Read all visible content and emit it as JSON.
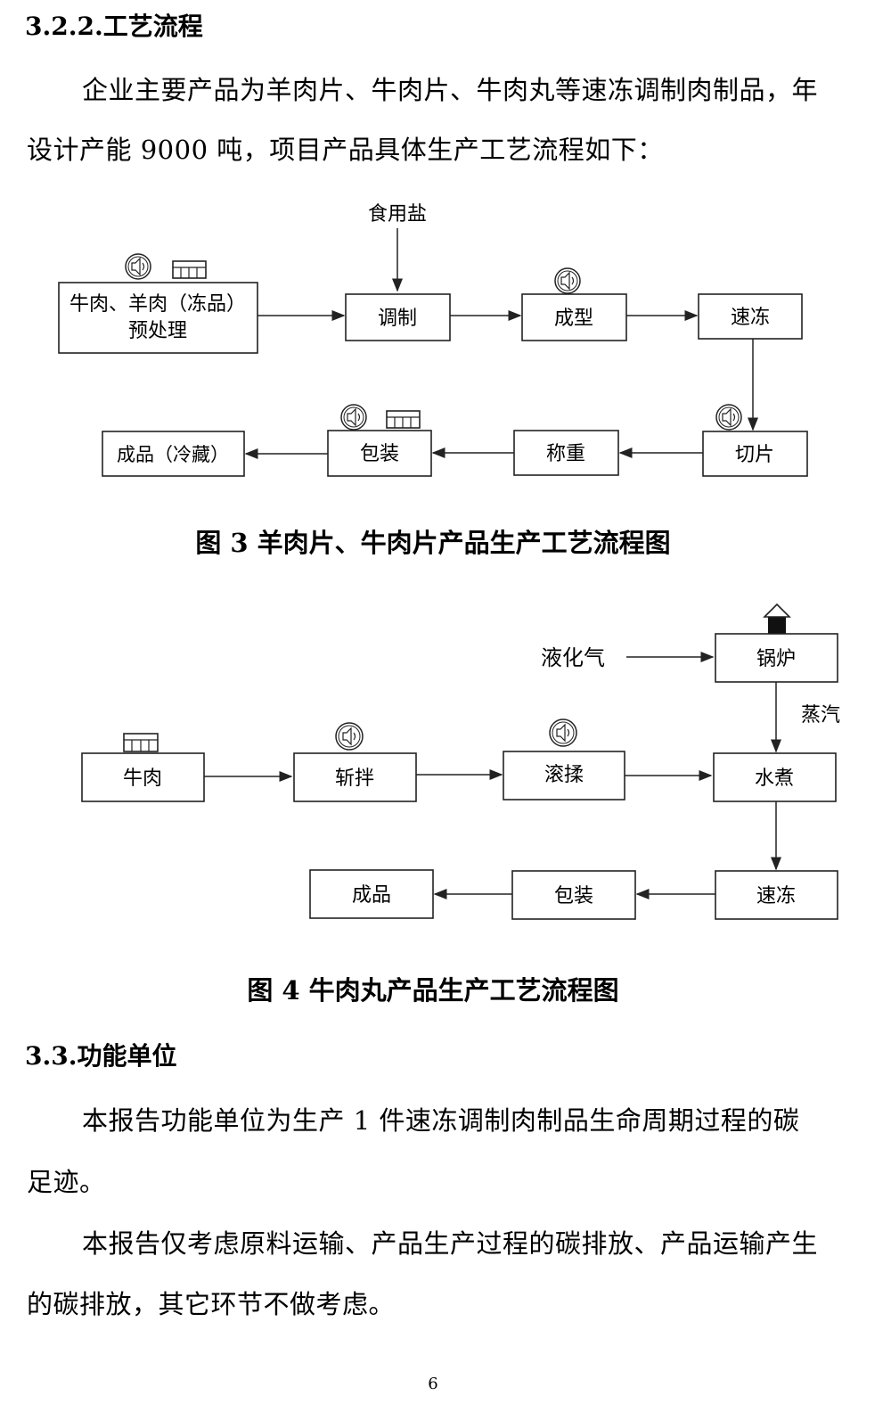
{
  "section_322": {
    "title": "3.2.2.工艺流程"
  },
  "intro": {
    "line1": "企业主要产品为羊肉片、牛肉片、牛肉丸等速冻调制肉制品，年",
    "line2": "设计产能 9000 吨，项目产品具体生产工艺流程如下："
  },
  "figure3": {
    "caption": "图 3  羊肉片、牛肉片产品生产工艺流程图",
    "input_salt": "食用盐",
    "step_pretreat_line1": "牛肉、羊肉（冻品）",
    "step_pretreat_line2": "预处理",
    "step_season": "调制",
    "step_shape": "成型",
    "step_freeze": "速冻",
    "step_slice": "切片",
    "step_weigh": "称重",
    "step_pack": "包装",
    "step_product": "成品（冷藏）",
    "icons": [
      "speaker-icon",
      "grid-icon"
    ]
  },
  "figure4": {
    "caption": "图 4  牛肉丸产品生产工艺流程图",
    "input_lpg": "液化气",
    "step_boiler": "锅炉",
    "label_steam": "蒸汽",
    "step_beef": "牛肉",
    "step_chop": "斩拌",
    "step_tumble": "滚揉",
    "step_boil": "水煮",
    "step_freeze": "速冻",
    "step_pack": "包装",
    "step_product": "成品",
    "icons": [
      "speaker-icon",
      "grid-icon",
      "chimney-icon"
    ]
  },
  "section_33": {
    "title": "3.3.功能单位"
  },
  "functional_unit": {
    "p1_line1": "本报告功能单位为生产 1 件速冻调制肉制品生命周期过程的碳",
    "p1_line2": "足迹。",
    "p2_line1": "本报告仅考虑原料运输、产品生产过程的碳排放、产品运输产生",
    "p2_line2": "的碳排放，其它环节不做考虑。"
  },
  "page": {
    "number": "6"
  }
}
